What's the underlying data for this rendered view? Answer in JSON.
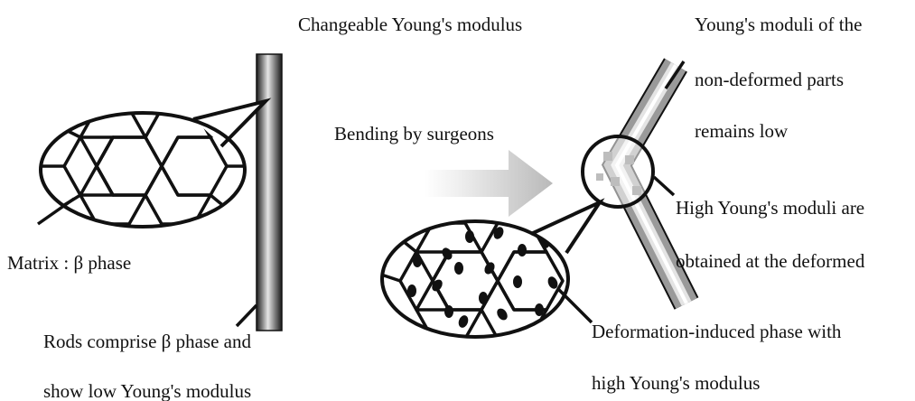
{
  "labels": {
    "changeable": "Changeable Young's modulus",
    "moduli_line1": "Young's moduli of the",
    "moduli_line2": "non-deformed parts",
    "moduli_line3": "remains low",
    "bending": "Bending by surgeons",
    "matrix": "Matrix : β phase",
    "high_line1": "High Young's moduli are",
    "high_line2": "obtained at the deformed",
    "rods_line1": "Rods comprise β phase and",
    "rods_line2": "show low Young's modulus",
    "deformation_line1": "Deformation-induced phase with",
    "deformation_line2": "high Young's modulus"
  },
  "colors": {
    "ink": "#111111",
    "arrow_light": "#f4f4f4",
    "arrow_dark": "#b9b9b9",
    "rod_highlight": "#e6e6e6",
    "rod_shadow": "#1a1a1a"
  }
}
